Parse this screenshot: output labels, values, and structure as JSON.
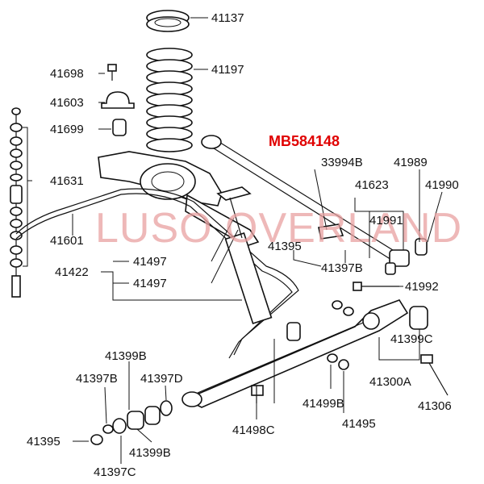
{
  "highlight": {
    "part_number": "MB584148",
    "color": "#e00000"
  },
  "watermark": {
    "text": "LUSO OVERLAND",
    "color": "#e8a0a0"
  },
  "labels": {
    "p41137": "41137",
    "p41197": "41197",
    "p41698": "41698",
    "p41603": "41603",
    "p41699": "41699",
    "p41631": "41631",
    "p41601": "41601",
    "p41422": "41422",
    "p41497a": "41497",
    "p41497b": "41497",
    "p33994b": "33994B",
    "p41989": "41989",
    "p41623": "41623",
    "p41990": "41990",
    "p41991": "41991",
    "p41395a": "41395",
    "p41397b_a": "41397B",
    "p41992": "41992",
    "p41399c": "41399C",
    "p41300a": "41300A",
    "p41399b_a": "41399B",
    "p41397b_b": "41397B",
    "p41397d": "41397D",
    "p41499b": "41499B",
    "p41306": "41306",
    "p41495": "41495",
    "p41498c": "41498C",
    "p41395b": "41395",
    "p41399b_b": "41399B",
    "p41397c": "41397C"
  }
}
